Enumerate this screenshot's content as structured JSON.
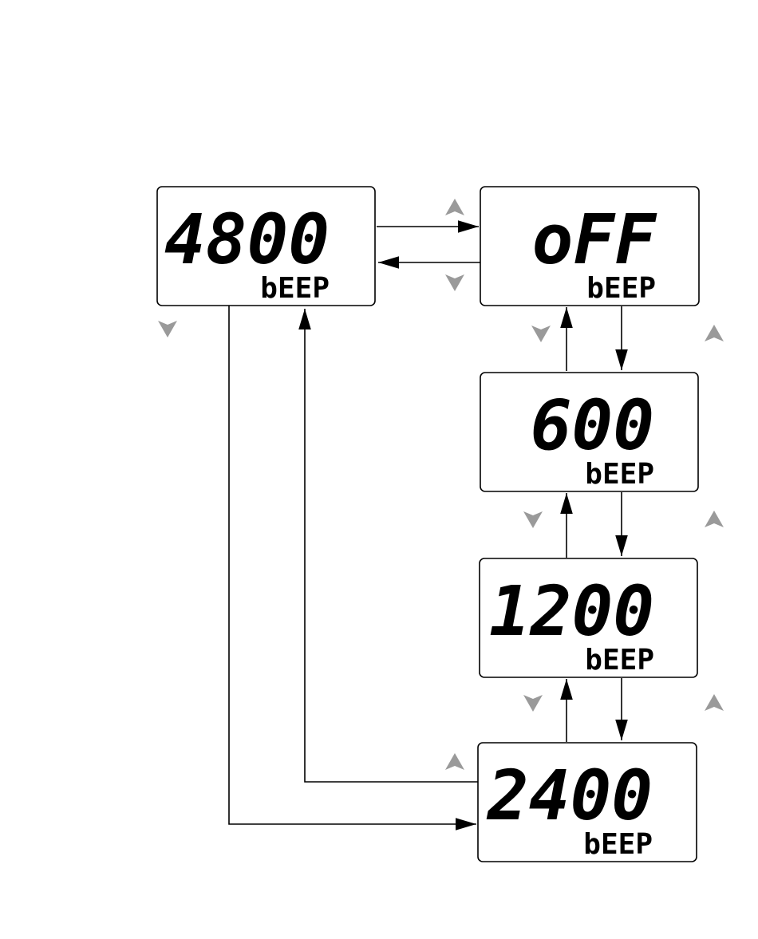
{
  "colors": {
    "line": "#000000",
    "key_icon": "#9a9a9a",
    "background": "#ffffff"
  },
  "displays": {
    "d4800": {
      "value": "4800",
      "label": "bEEP"
    },
    "doff": {
      "value": "oFF",
      "label": "bEEP"
    },
    "d600": {
      "value": "600",
      "label": "bEEP"
    },
    "d1200": {
      "value": "1200",
      "label": "bEEP"
    },
    "d2400": {
      "value": "2400",
      "label": "bEEP"
    }
  },
  "icons": {
    "up": "up-arrow-key-icon",
    "down": "down-arrow-key-icon"
  }
}
